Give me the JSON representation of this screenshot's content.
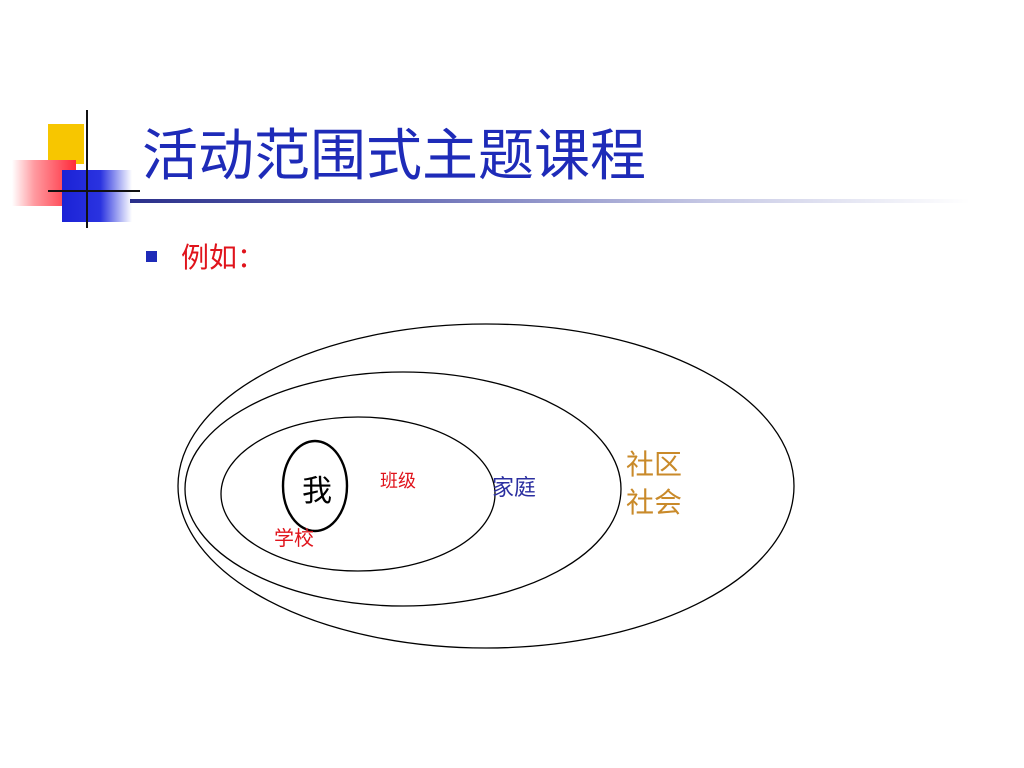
{
  "slide": {
    "title": "活动范围式主题课程",
    "bullet": "例如："
  },
  "diagram": {
    "rings": [
      "我",
      "班级",
      "学校",
      "家庭",
      "社区社会"
    ],
    "labels": {
      "me": "我",
      "class": "班级",
      "school": "学校",
      "family": "家庭",
      "community_line1": "社区",
      "community_line2": "社会"
    }
  },
  "colors": {
    "title": "#1e2bb8",
    "bullet_text": "#e0141c",
    "label_red": "#e0141c",
    "label_blue": "#2b2fa0",
    "label_orange": "#c98a2a",
    "deco_yellow": "#f7c600",
    "deco_red": "#ff2a3a",
    "deco_blue": "#1b22d6"
  }
}
